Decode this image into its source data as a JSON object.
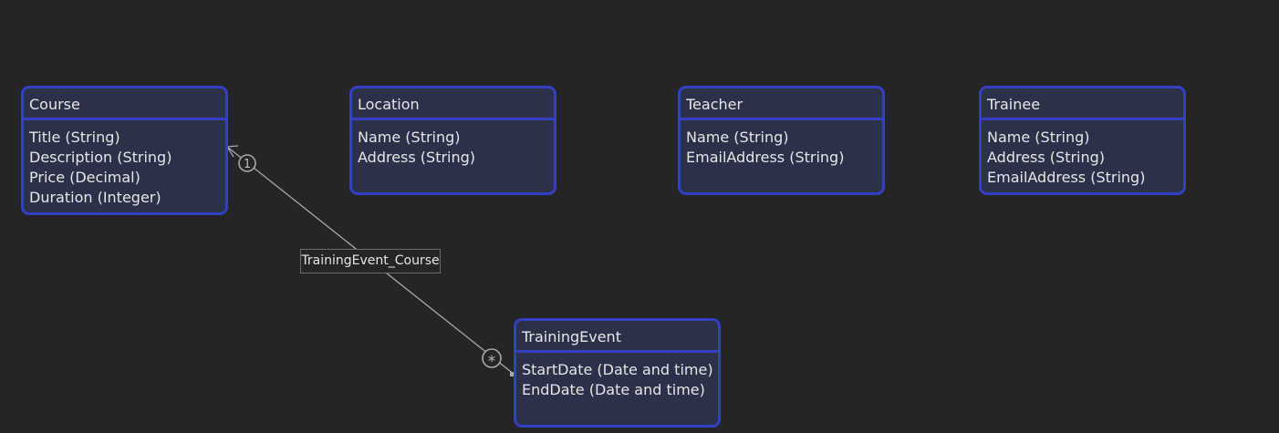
{
  "entities": {
    "course": {
      "name": "Course",
      "attributes": [
        "Title (String)",
        "Description (String)",
        "Price (Decimal)",
        "Duration (Integer)"
      ]
    },
    "location": {
      "name": "Location",
      "attributes": [
        "Name (String)",
        "Address (String)"
      ]
    },
    "teacher": {
      "name": "Teacher",
      "attributes": [
        "Name (String)",
        "EmailAddress (String)"
      ]
    },
    "trainee": {
      "name": "Trainee",
      "attributes": [
        "Name (String)",
        "Address (String)",
        "EmailAddress (String)"
      ]
    },
    "training_event": {
      "name": "TrainingEvent",
      "attributes": [
        "StartDate (Date and time)",
        "EndDate (Date and time)"
      ]
    }
  },
  "association": {
    "name": "TrainingEvent_Course",
    "source_multiplicity": "1",
    "target_multiplicity": "*"
  },
  "colors": {
    "background": "#252526",
    "entity_fill": "#2b3149",
    "entity_border": "#3340c4",
    "connector": "#a8a8a8",
    "text": "#e6e6e6"
  }
}
